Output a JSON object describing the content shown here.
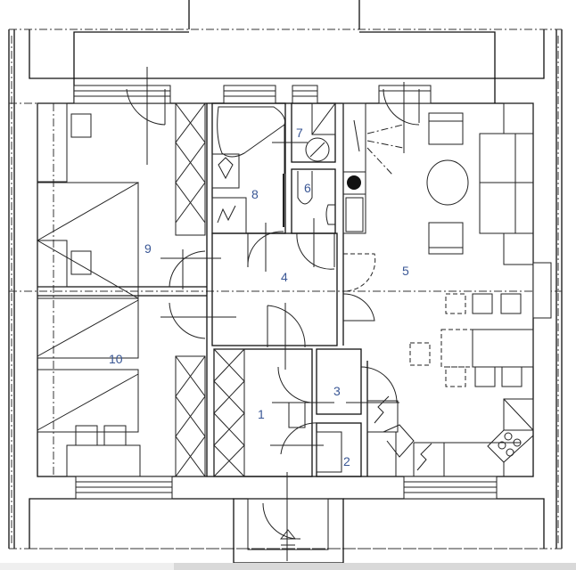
{
  "plan": {
    "rooms": [
      {
        "number": "1"
      },
      {
        "number": "2"
      },
      {
        "number": "3"
      },
      {
        "number": "4"
      },
      {
        "number": "5"
      },
      {
        "number": "6"
      },
      {
        "number": "7"
      },
      {
        "number": "8"
      },
      {
        "number": "9"
      },
      {
        "number": "10"
      }
    ],
    "colors": {
      "label": "#3a5795",
      "line": "#111111"
    }
  }
}
